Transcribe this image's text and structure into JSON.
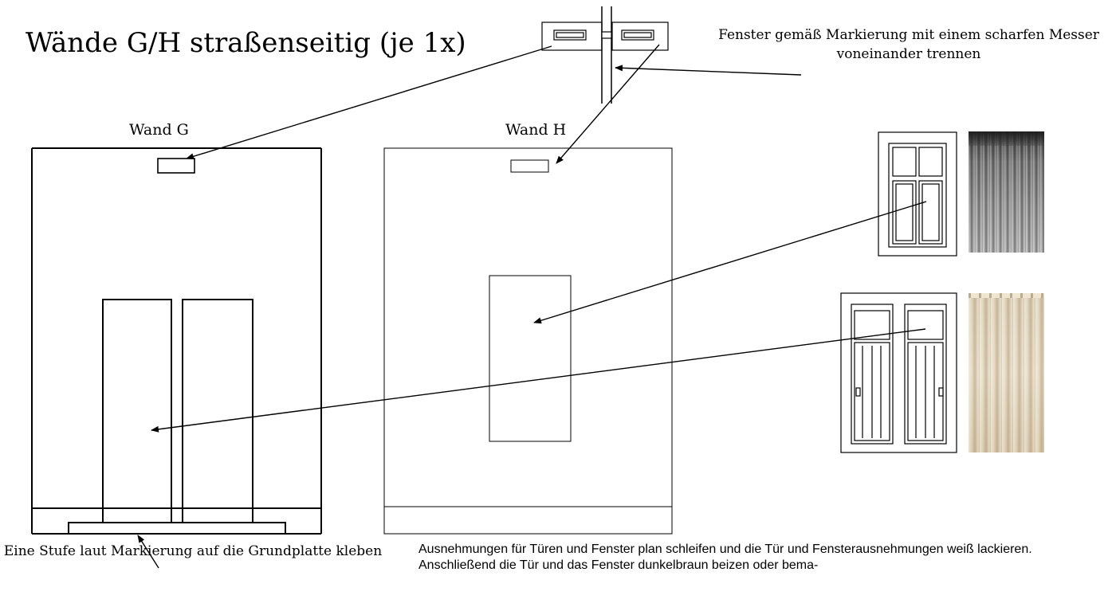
{
  "title": "Wände G/H straßenseitig (je 1x)",
  "walls": {
    "g_label": "Wand G",
    "h_label": "Wand H"
  },
  "annotations": {
    "window_separate": "Fenster gemäß Markierung mit einem scharfen Messer voneinander trennen",
    "step": "Eine Stufe laut Markierung auf die Grundplatte kleben",
    "finish": "Ausnehmungen für Türen und Fenster plan schleifen und die Tür und Fensterausnehmungen weiß lackieren. Anschließend die Tür und das Fenster dunkelbraun beizen oder bema-"
  },
  "curtains": {
    "grey": "#8a8a8a",
    "beige": "#e0d3b8"
  }
}
